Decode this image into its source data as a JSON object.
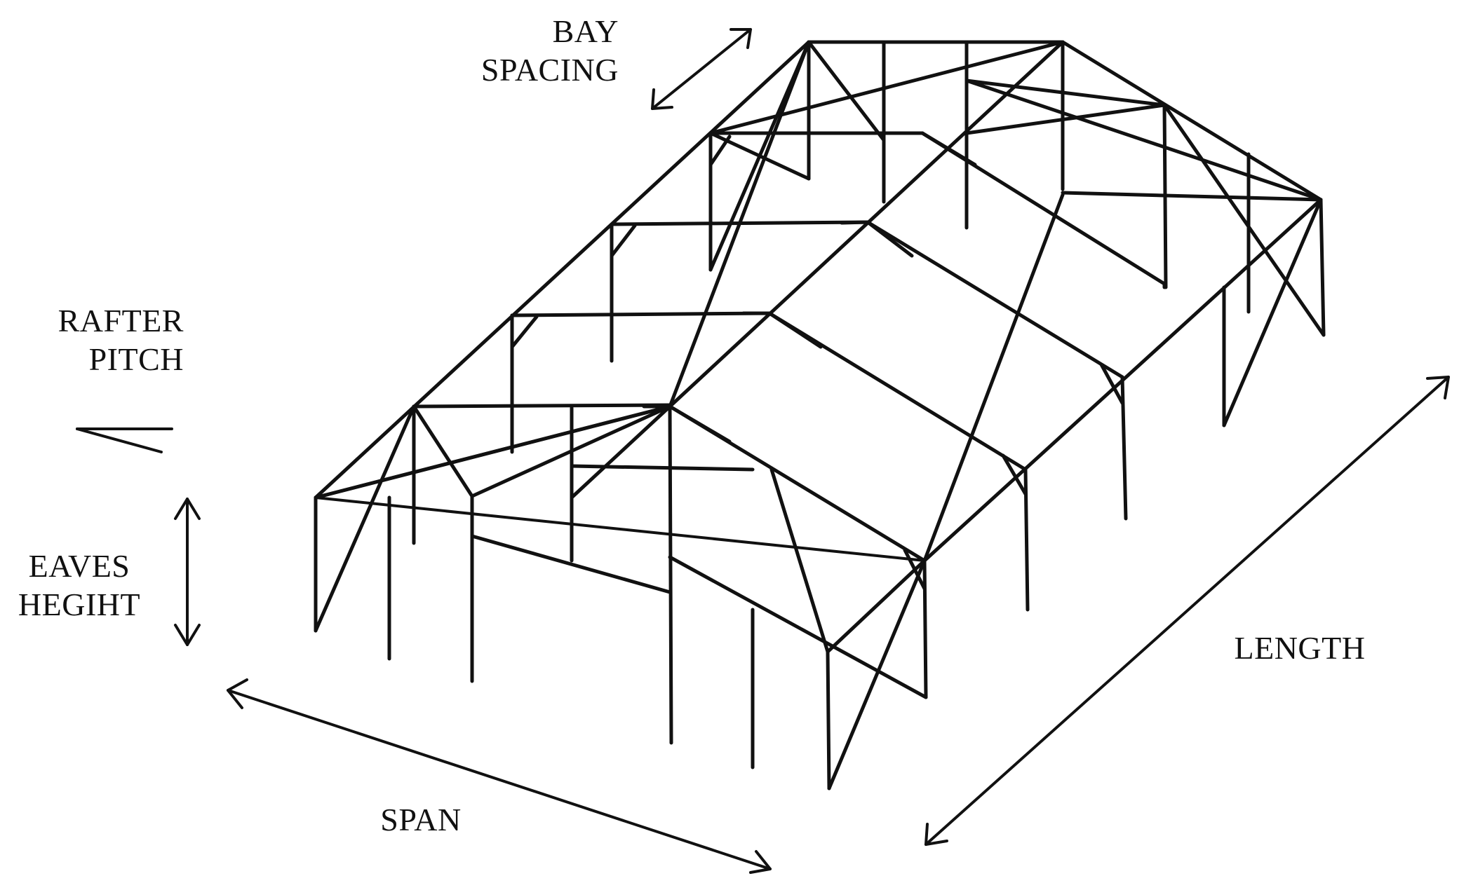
{
  "labels": {
    "bay_spacing": [
      "BAY",
      "SPACING"
    ],
    "rafter_pitch": [
      "RAFTER",
      "PITCH"
    ],
    "eaves_height": [
      "EAVES",
      "HEGIHT"
    ],
    "span": "SPAN",
    "length": "LENGTH"
  },
  "colors": {
    "ink": "#111111",
    "background": "#ffffff"
  }
}
